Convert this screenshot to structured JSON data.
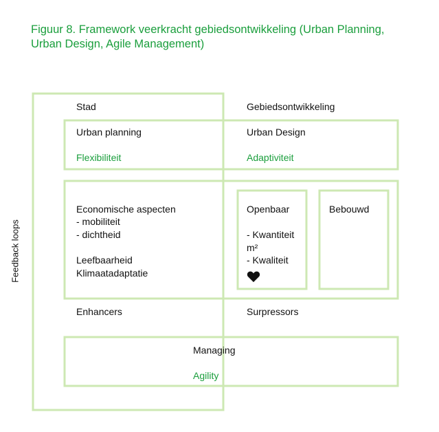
{
  "title": "Figuur 8. Framework veerkracht gebiedsontwikkeling (Urban Planning, Urban Design, Agile Management)",
  "side_label": "Feedback loops",
  "columns": {
    "left": "Stad",
    "right": "Gebiedsontwikkeling"
  },
  "top_row": {
    "left_label": "Urban planning",
    "left_value": "Flexibiliteit",
    "right_label": "Urban Design",
    "right_value": "Adaptiviteit"
  },
  "middle": {
    "econ_title": "Economische aspecten",
    "econ_item_1": "- mobiliteit",
    "econ_item_2": "- dichtheid",
    "leefbaarheid": "Leefbaarheid",
    "klimaat": "Klimaatadaptatie",
    "openbaar_title": "Openbaar",
    "openbaar_item_1": "- Kwantiteit",
    "openbaar_unit": "m²",
    "openbaar_item_2": "- Kwaliteit",
    "openbaar_icon": "heart-icon",
    "bebouwd_title": "Bebouwd"
  },
  "bottom_labels": {
    "left": "Enhancers",
    "right": "Surpressors"
  },
  "managing": {
    "label": "Managing",
    "value": "Agility"
  },
  "colors": {
    "accent": "#1a9e3c",
    "frame": "#cde8b3",
    "text": "#111111"
  }
}
